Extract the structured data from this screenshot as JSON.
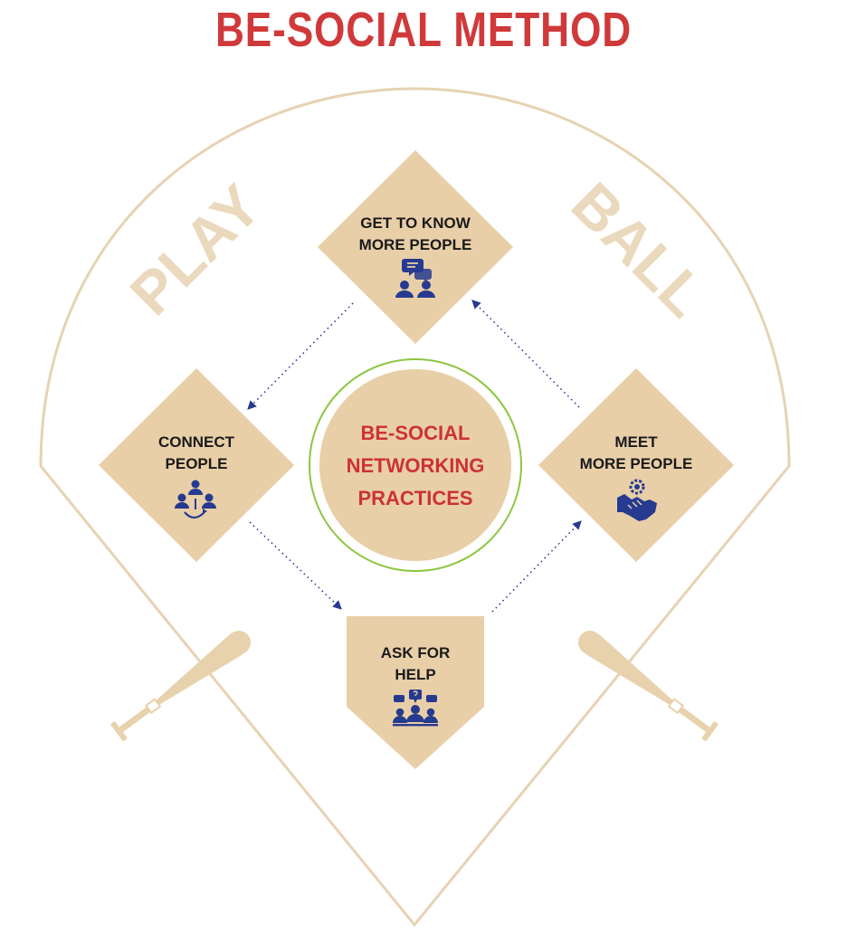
{
  "title": "BE-SOCIAL METHOD",
  "side_words": {
    "left": "PLAY",
    "right": "BALL"
  },
  "center": {
    "lines": [
      "BE-SOCIAL",
      "NETWORKING",
      "PRACTICES"
    ]
  },
  "bases": {
    "top": {
      "lines": [
        "GET TO KNOW",
        "MORE PEOPLE"
      ],
      "icon": "people-chat-icon"
    },
    "left": {
      "lines": [
        "CONNECT",
        "PEOPLE"
      ],
      "icon": "connect-people-icon"
    },
    "right": {
      "lines": [
        "MEET",
        "MORE PEOPLE"
      ],
      "icon": "handshake-gear-icon"
    },
    "bottom": {
      "lines": [
        "ASK FOR",
        "HELP"
      ],
      "icon": "group-question-icon"
    }
  },
  "colors": {
    "title": "#d0393a",
    "field_line": "#e6d3b3",
    "base_fill": "#e8cfa8",
    "side_word": "#ead9bd",
    "center_ring": "#8cc63f",
    "center_text": "#cc3333",
    "icon": "#263a8f",
    "arrow": "#263a8f",
    "bat": "#e8d2ad"
  }
}
